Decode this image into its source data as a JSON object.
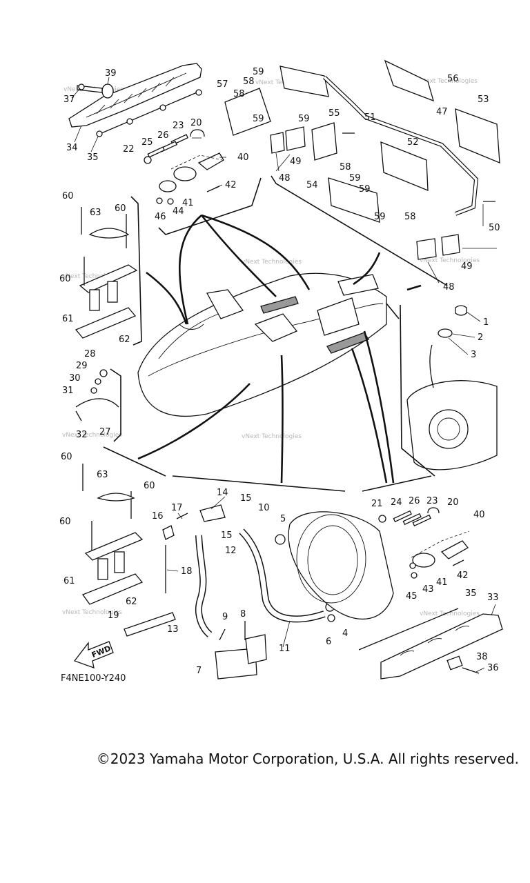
{
  "diagram": {
    "code": "F4NE100-Y240",
    "copyright": "©2023 Yamaha Motor Corporation, U.S.A. All rights reserved.",
    "fwd_label": "FWD",
    "watermark": "vNext Technologies",
    "callouts": [
      {
        "id": "c39",
        "label": "39"
      },
      {
        "id": "c37",
        "label": "37"
      },
      {
        "id": "c34",
        "label": "34"
      },
      {
        "id": "c35a",
        "label": "35"
      },
      {
        "id": "c23a",
        "label": "23"
      },
      {
        "id": "c20a",
        "label": "20"
      },
      {
        "id": "c26a",
        "label": "26"
      },
      {
        "id": "c25",
        "label": "25"
      },
      {
        "id": "c22",
        "label": "22"
      },
      {
        "id": "c40a",
        "label": "40"
      },
      {
        "id": "c42a",
        "label": "42"
      },
      {
        "id": "c41a",
        "label": "41"
      },
      {
        "id": "c44",
        "label": "44"
      },
      {
        "id": "c46",
        "label": "46"
      },
      {
        "id": "c57",
        "label": "57"
      },
      {
        "id": "c59a",
        "label": "59"
      },
      {
        "id": "c58a",
        "label": "58"
      },
      {
        "id": "c58b",
        "label": "58"
      },
      {
        "id": "c55",
        "label": "55"
      },
      {
        "id": "c59b",
        "label": "59"
      },
      {
        "id": "c59c",
        "label": "59"
      },
      {
        "id": "c49a",
        "label": "49"
      },
      {
        "id": "c48a",
        "label": "48"
      },
      {
        "id": "c51",
        "label": "51"
      },
      {
        "id": "c56",
        "label": "56"
      },
      {
        "id": "c47",
        "label": "47"
      },
      {
        "id": "c53",
        "label": "53"
      },
      {
        "id": "c52",
        "label": "52"
      },
      {
        "id": "c58c",
        "label": "58"
      },
      {
        "id": "c59d",
        "label": "59"
      },
      {
        "id": "c54",
        "label": "54"
      },
      {
        "id": "c59e",
        "label": "59"
      },
      {
        "id": "c59f",
        "label": "59"
      },
      {
        "id": "c58d",
        "label": "58"
      },
      {
        "id": "c50",
        "label": "50"
      },
      {
        "id": "c49b",
        "label": "49"
      },
      {
        "id": "c48b",
        "label": "48"
      },
      {
        "id": "c60a",
        "label": "60"
      },
      {
        "id": "c63a",
        "label": "63"
      },
      {
        "id": "c60b",
        "label": "60"
      },
      {
        "id": "c60c",
        "label": "60"
      },
      {
        "id": "c61a",
        "label": "61"
      },
      {
        "id": "c62a",
        "label": "62"
      },
      {
        "id": "c1",
        "label": "1"
      },
      {
        "id": "c2",
        "label": "2"
      },
      {
        "id": "c3",
        "label": "3"
      },
      {
        "id": "c28",
        "label": "28"
      },
      {
        "id": "c29",
        "label": "29"
      },
      {
        "id": "c30",
        "label": "30"
      },
      {
        "id": "c31",
        "label": "31"
      },
      {
        "id": "c32",
        "label": "32"
      },
      {
        "id": "c27",
        "label": "27"
      },
      {
        "id": "c60d",
        "label": "60"
      },
      {
        "id": "c63b",
        "label": "63"
      },
      {
        "id": "c60e",
        "label": "60"
      },
      {
        "id": "c60f",
        "label": "60"
      },
      {
        "id": "c61b",
        "label": "61"
      },
      {
        "id": "c62b",
        "label": "62"
      },
      {
        "id": "c14",
        "label": "14"
      },
      {
        "id": "c17",
        "label": "17"
      },
      {
        "id": "c15a",
        "label": "15"
      },
      {
        "id": "c10",
        "label": "10"
      },
      {
        "id": "c16",
        "label": "16"
      },
      {
        "id": "c15b",
        "label": "15"
      },
      {
        "id": "c12",
        "label": "12"
      },
      {
        "id": "c5",
        "label": "5"
      },
      {
        "id": "c18",
        "label": "18"
      },
      {
        "id": "c19",
        "label": "19"
      },
      {
        "id": "c13",
        "label": "13"
      },
      {
        "id": "c9",
        "label": "9"
      },
      {
        "id": "c8",
        "label": "8"
      },
      {
        "id": "c7",
        "label": "7"
      },
      {
        "id": "c11",
        "label": "11"
      },
      {
        "id": "c6",
        "label": "6"
      },
      {
        "id": "c4",
        "label": "4"
      },
      {
        "id": "c21",
        "label": "21"
      },
      {
        "id": "c24",
        "label": "24"
      },
      {
        "id": "c26b",
        "label": "26"
      },
      {
        "id": "c23b",
        "label": "23"
      },
      {
        "id": "c20b",
        "label": "20"
      },
      {
        "id": "c40b",
        "label": "40"
      },
      {
        "id": "c41b",
        "label": "41"
      },
      {
        "id": "c43",
        "label": "43"
      },
      {
        "id": "c45",
        "label": "45"
      },
      {
        "id": "c42b",
        "label": "42"
      },
      {
        "id": "c35b",
        "label": "35"
      },
      {
        "id": "c33",
        "label": "33"
      },
      {
        "id": "c38",
        "label": "38"
      },
      {
        "id": "c36",
        "label": "36"
      }
    ]
  }
}
